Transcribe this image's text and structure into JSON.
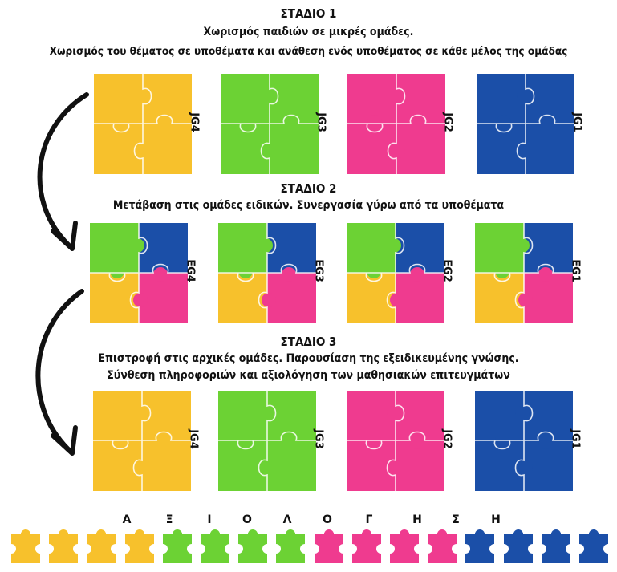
{
  "stage1": {
    "title": "ΣΤΑΔΙΟ 1",
    "line1": "Χωρισμός παιδιών σε μικρές ομάδες.",
    "line2": "Χωρισμός του θέματος σε υποθέματα και ανάθεση ενός υποθέματος σε κάθε μέλος της ομάδας",
    "groups": [
      {
        "label": "JG4",
        "color": "#f7c12c"
      },
      {
        "label": "JG3",
        "color": "#6cd234"
      },
      {
        "label": "JG2",
        "color": "#ef3b8f"
      },
      {
        "label": "JG1",
        "color": "#1b4fa8"
      }
    ]
  },
  "stage2": {
    "title": "ΣΤΑΔΙΟ 2",
    "line1": "Μετάβαση στις ομάδες ειδικών. Συνεργασία γύρω από τα υποθέματα",
    "groups": [
      {
        "label": "EG4"
      },
      {
        "label": "EG3"
      },
      {
        "label": "EG2"
      },
      {
        "label": "EG1"
      }
    ],
    "quadrant_colors": [
      "#6cd234",
      "#1b4fa8",
      "#f7c12c",
      "#ef3b8f"
    ]
  },
  "stage3": {
    "title": "ΣΤΑΔΙΟ 3",
    "line1": "Επιστροφή στις αρχικές ομάδες. Παρουσίαση της εξειδικευμένης γνώσης.",
    "line2": "Σύνθεση πληροφοριών και αξιολόγηση των μαθησιακών επιτευγμάτων",
    "groups": [
      {
        "label": "JG4",
        "color": "#f7c12c"
      },
      {
        "label": "JG3",
        "color": "#6cd234"
      },
      {
        "label": "JG2",
        "color": "#ef3b8f"
      },
      {
        "label": "JG1",
        "color": "#1b4fa8"
      }
    ]
  },
  "evaluation": {
    "letters": [
      "Α",
      "Ξ",
      "Ι",
      "Ο",
      "Λ",
      "Ο",
      "Γ",
      "Η",
      "Σ",
      "Η"
    ],
    "tile_colors": [
      "#f7c12c",
      "#f7c12c",
      "#f7c12c",
      "#f7c12c",
      "#6cd234",
      "#6cd234",
      "#6cd234",
      "#6cd234",
      "#ef3b8f",
      "#ef3b8f",
      "#ef3b8f",
      "#ef3b8f",
      "#1b4fa8",
      "#1b4fa8",
      "#1b4fa8",
      "#1b4fa8"
    ]
  }
}
